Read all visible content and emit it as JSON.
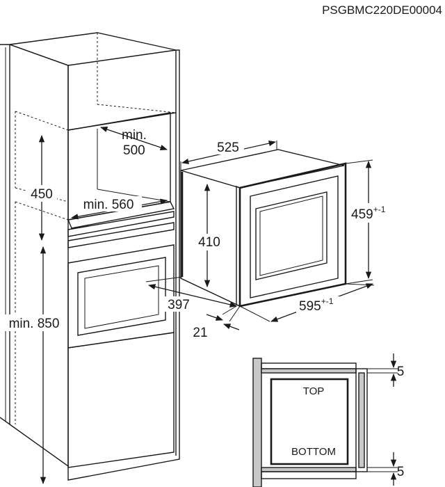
{
  "drawing_code": "PSGBMC220DE00004",
  "dimensions": {
    "niche_depth_min": "min. 500",
    "niche_height": "450",
    "niche_width_min": "min. 560",
    "cabinet_height_min": "min. 850",
    "appliance_depth": "525",
    "appliance_height": "410",
    "front_height": "459",
    "front_height_tol": "+-1",
    "front_width": "595",
    "front_width_tol": "+-1",
    "body_width": "397",
    "frame_depth": "21",
    "gap_top": "5",
    "gap_bottom": "5"
  },
  "side_view": {
    "top_label": "TOP",
    "bottom_label": "BOTTOM"
  }
}
